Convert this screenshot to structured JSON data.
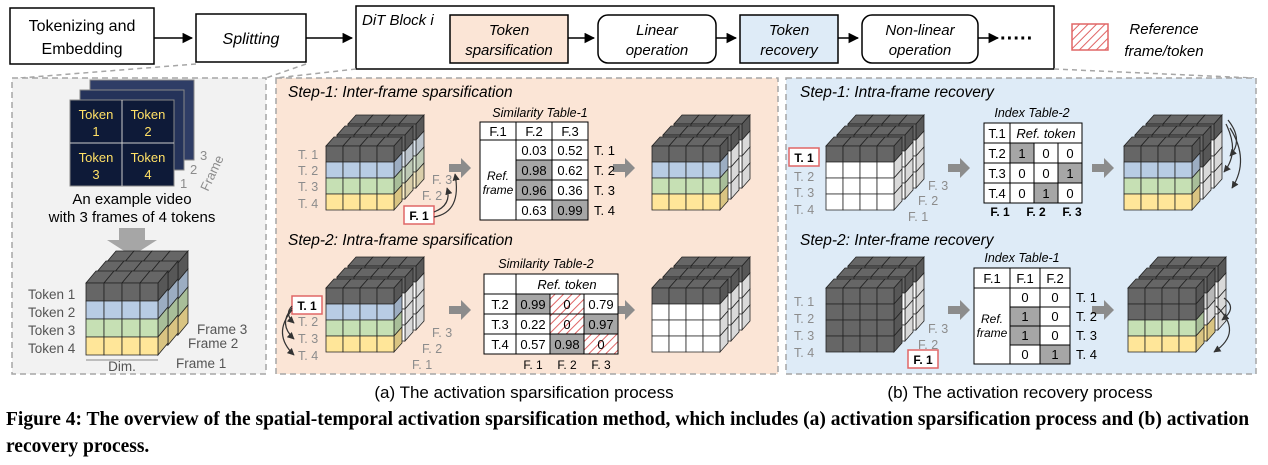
{
  "colors": {
    "dark": "#666666",
    "blue": "#b8cce4",
    "green": "#c6e0b4",
    "yellow": "#ffe699",
    "light": "#d9d9d9",
    "left_panel_bg": "#f2f2f2",
    "sparse_bg": "#fbe5d6",
    "recovery_bg": "#deebf7",
    "table_hl": "#a6a6a6",
    "ref_red": "#e06666",
    "dashed_border": "#a6a6a6"
  },
  "pipeline": {
    "tokenize": "Tokenizing and",
    "tokenize2": "Embedding",
    "splitting": "Splitting",
    "dit_block": "DiT Block i",
    "token_sparse": "Token",
    "token_sparse2": "sparsification",
    "linear": "Linear",
    "linear2": "operation",
    "token_recovery": "Token",
    "token_recovery2": "recovery",
    "nonlinear": "Non-linear",
    "nonlinear2": "operation",
    "ellipsis": "·····",
    "reference": "Reference",
    "reference2": "frame/token"
  },
  "left": {
    "tiles": [
      "Token",
      "1",
      "Token",
      "2",
      "Token",
      "3",
      "Token",
      "4"
    ],
    "frame_nums": [
      "3",
      "2",
      "1"
    ],
    "frame_word": "Frame",
    "example": "An example video",
    "example2": "with 3 frames of 4 tokens",
    "token_labels": [
      "Token 1",
      "Token 2",
      "Token 3",
      "Token 4"
    ],
    "frame_labels": [
      "Frame 3",
      "Frame 2",
      "Frame 1"
    ],
    "dim": "Dim."
  },
  "sparse": {
    "step1": "Step-1: Inter-frame sparsification",
    "step2": "Step-2: Intra-frame sparsification",
    "table1_title": "Similarity Table-1",
    "table1_header": [
      "F.1",
      "F.2",
      "F.3"
    ],
    "table1_row_label": "Ref.",
    "table1_row_label2": "frame",
    "table1_values": [
      [
        "0.03",
        "0.52"
      ],
      [
        "0.98",
        "0.62"
      ],
      [
        "0.96",
        "0.36"
      ],
      [
        "0.63",
        "0.99"
      ]
    ],
    "table1_row_tags": [
      "T. 1",
      "T. 2",
      "T. 3",
      "T. 4"
    ],
    "table2_title": "Similarity Table-2",
    "table2_header": "Ref. token",
    "table2_rows": [
      "T.2",
      "T.3",
      "T.4"
    ],
    "table2_values": [
      [
        "0.99",
        "0",
        "0.79"
      ],
      [
        "0.22",
        "0",
        "0.97"
      ],
      [
        "0.57",
        "0.98",
        "0"
      ]
    ],
    "table2_cols": [
      "F. 1",
      "F. 2",
      "F. 3"
    ],
    "t_labels": [
      "T. 1",
      "T. 2",
      "T. 3",
      "T. 4"
    ],
    "f_labels": [
      "F. 3",
      "F. 2",
      "F. 1"
    ],
    "caption": "(a) The activation sparsification process"
  },
  "recovery": {
    "step1": "Step-1: Intra-frame recovery",
    "step2": "Step-2: Inter-frame recovery",
    "index2_title": "Index Table-2",
    "index2_corner": "T.1",
    "index2_header": "Ref. token",
    "index2_rows": [
      "T.2",
      "T.3",
      "T.4"
    ],
    "index2_values": [
      [
        "1",
        "0",
        "0"
      ],
      [
        "0",
        "0",
        "1"
      ],
      [
        "0",
        "1",
        "0"
      ]
    ],
    "index2_cols": [
      "F. 1",
      "F. 2",
      "F. 3"
    ],
    "index1_title": "Index Table-1",
    "index1_header": [
      "F.1",
      "F.1",
      "F.2"
    ],
    "index1_row_label": "Ref.",
    "index1_row_label2": "frame",
    "index1_values": [
      [
        "0",
        "0"
      ],
      [
        "1",
        "0"
      ],
      [
        "1",
        "0"
      ],
      [
        "0",
        "1"
      ]
    ],
    "index1_row_tags": [
      "T. 1",
      "T. 2",
      "T. 3",
      "T. 4"
    ],
    "t_labels": [
      "T. 1",
      "T. 2",
      "T. 3",
      "T. 4"
    ],
    "f_labels": [
      "F. 3",
      "F. 2",
      "F. 1"
    ],
    "caption": "(b) The activation recovery process"
  },
  "figure_caption": "Figure 4: The overview of the spatial-temporal activation sparsification method, which includes (a) activation sparsification process and (b) activation recovery process."
}
